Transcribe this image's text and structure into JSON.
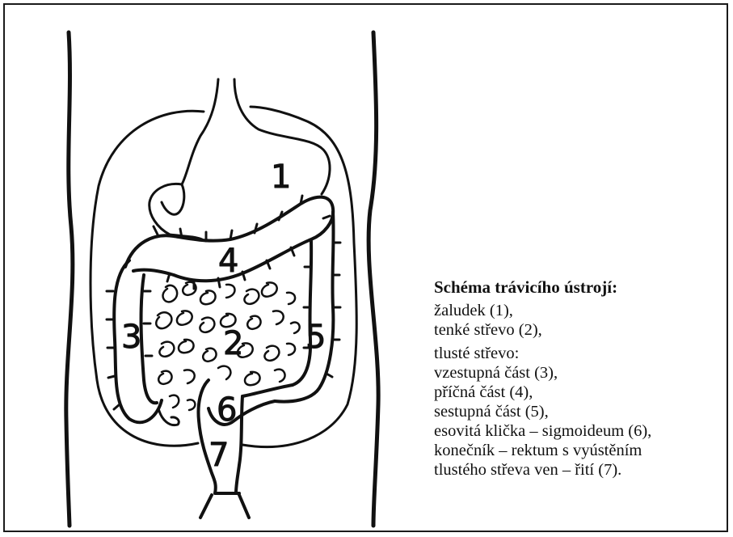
{
  "legend": {
    "title": "Schéma trávicího ústrojí:",
    "items": [
      "žaludek (1),",
      "tenké střevo (2),",
      "tlusté střevo:",
      "vzestupná část (3),",
      "příčná část (4),",
      "sestupná část (5),",
      "esovitá klička – sigmoideum (6),",
      "konečník – rektum s vyústěním",
      "tlustého střeva ven – řití (7)."
    ]
  },
  "diagram_labels": {
    "stomach": "1",
    "small_intestine": "2",
    "ascending_colon": "3",
    "transverse_colon": "4",
    "descending_colon": "5",
    "sigmoid": "6",
    "rectum": "7"
  }
}
